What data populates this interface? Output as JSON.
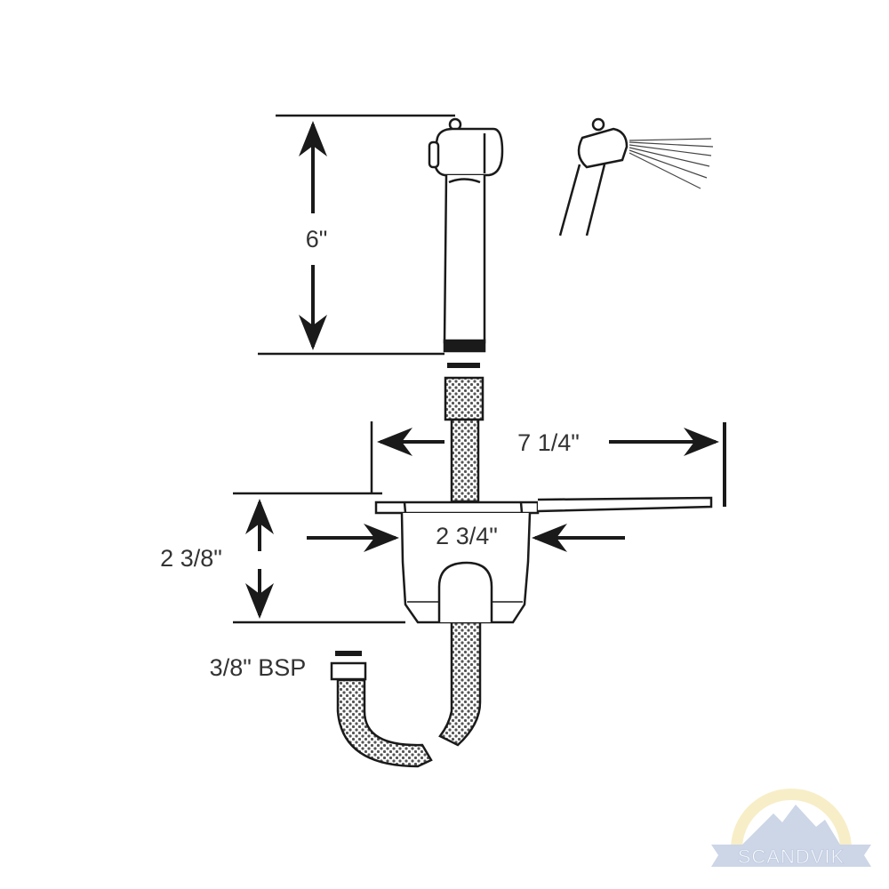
{
  "dimensions": {
    "handle_height": "6\"",
    "overall_width": "7 1/4\"",
    "housing_width": "2 3/4\"",
    "housing_height": "2 3/8\"",
    "thread": "3/8\" BSP"
  },
  "logo": {
    "text": "SCANDVIK"
  },
  "colors": {
    "line": "#1a1a1a",
    "logo_sun": "#f6ecbf",
    "logo_mountain": "#c4cfe3"
  }
}
